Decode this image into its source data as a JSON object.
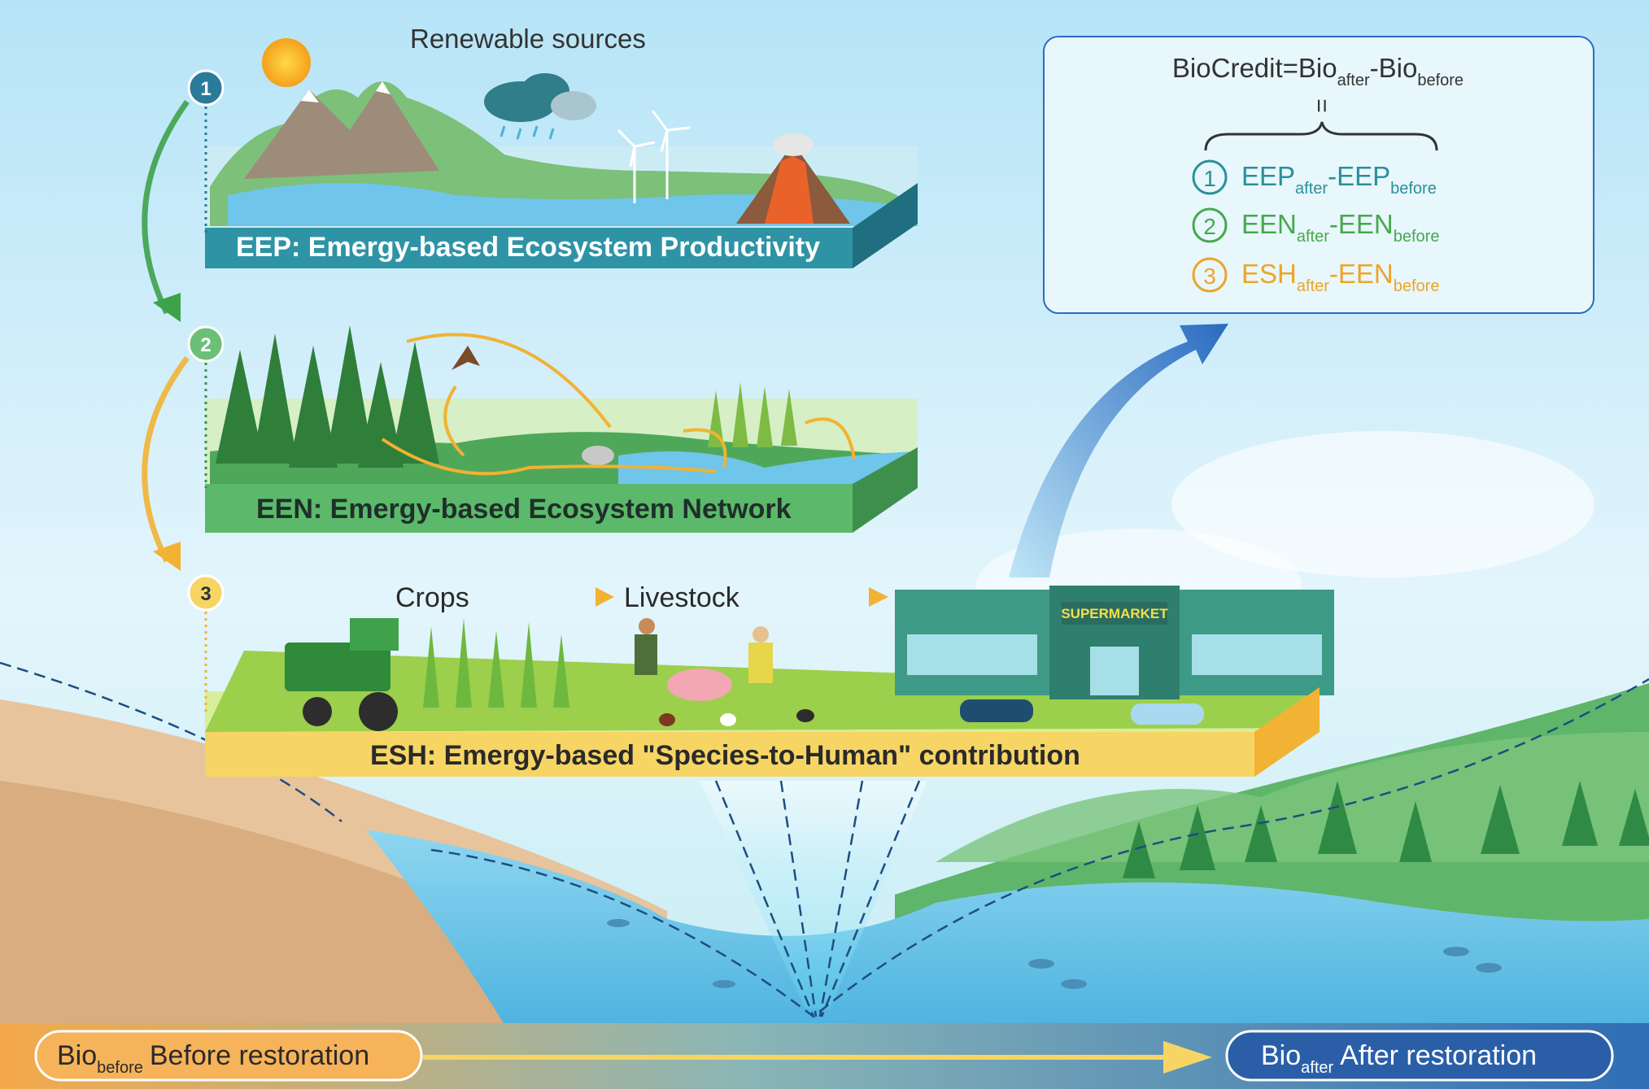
{
  "renewable_label": "Renewable sources",
  "steps": [
    "1",
    "2",
    "3"
  ],
  "layers": {
    "eep": {
      "title": "EEP: Emergy-based Ecosystem Productivity"
    },
    "een": {
      "title": "EEN: Emergy-based Ecosystem Network"
    },
    "esh": {
      "title": "ESH: Emergy-based \"Species-to-Human\" contribution",
      "crops_label": "Crops",
      "livestock_label": "Livestock",
      "supermarket_label": "SUPERMARKET"
    }
  },
  "formula": {
    "main": {
      "base": "BioCredit=Bio",
      "sub1": "after",
      "mid": "-Bio",
      "sub2": "before"
    },
    "equals": "=",
    "terms": [
      {
        "num": "1",
        "a": "EEP",
        "a_sub": "after",
        "b": "-EEP",
        "b_sub": "before",
        "color": "#2a8f9c"
      },
      {
        "num": "2",
        "a": "EEN",
        "a_sub": "after",
        "b": "-EEN",
        "b_sub": "before",
        "color": "#46a84e"
      },
      {
        "num": "3",
        "a": "ESH",
        "a_sub": "after",
        "b": "-EEN",
        "b_sub": "before",
        "color": "#eea428"
      }
    ]
  },
  "bottom": {
    "before": {
      "base": "Bio",
      "sub": "before",
      "text": "Before restoration"
    },
    "after": {
      "base": "Bio",
      "sub": "after",
      "text": "After restoration"
    }
  },
  "colors": {
    "eep": "#2f93a6",
    "een": "#5cb86a",
    "esh": "#f7d564",
    "arrow_orange": "#f2b233",
    "arrow_green": "#3ea24a",
    "arrow_blue": "#2a6bc0"
  }
}
